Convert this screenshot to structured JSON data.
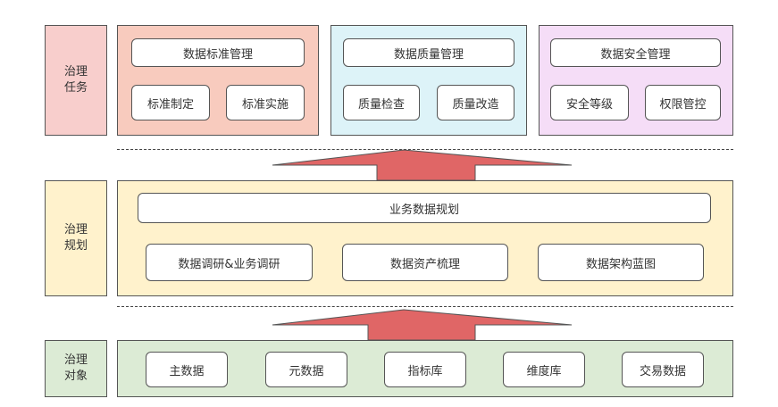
{
  "colors": {
    "governance_tasks_bg": "#F8CECC",
    "standards_bg": "#F8CBBE",
    "quality_bg": "#DDF3F8",
    "security_bg": "#F5DDF7",
    "planning_bg": "#FFF2CC",
    "objects_bg": "#DCEBD5",
    "arrow_fill": "#E06666",
    "border": "#555555"
  },
  "rows": {
    "tasks": {
      "label_line1": "治理",
      "label_line2": "任务",
      "groups": [
        {
          "title": "数据标准管理",
          "items": [
            "标准制定",
            "标准实施"
          ]
        },
        {
          "title": "数据质量管理",
          "items": [
            "质量检查",
            "质量改造"
          ]
        },
        {
          "title": "数据安全管理",
          "items": [
            "安全等级",
            "权限管控"
          ]
        }
      ]
    },
    "planning": {
      "label_line1": "治理",
      "label_line2": "规划",
      "header": "业务数据规划",
      "items": [
        "数据调研&业务调研",
        "数据资产梳理",
        "数据架构蓝图"
      ]
    },
    "objects": {
      "label_line1": "治理",
      "label_line2": "对象",
      "items": [
        "主数据",
        "元数据",
        "指标库",
        "维度库",
        "交易数据"
      ]
    }
  }
}
